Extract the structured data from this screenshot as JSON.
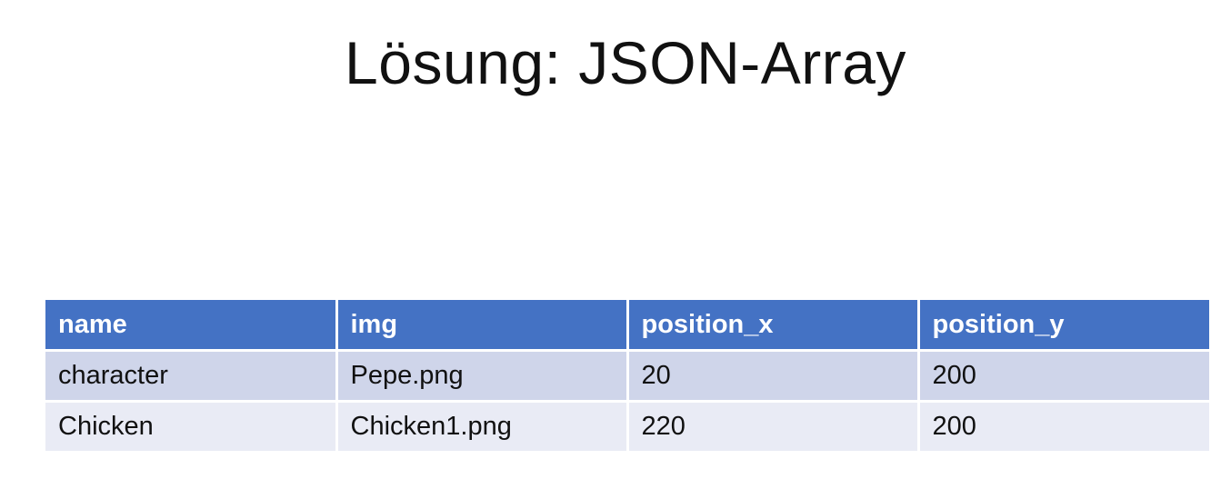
{
  "slide": {
    "title": "Lösung: JSON-Array"
  },
  "table": {
    "columns": [
      "name",
      "img",
      "position_x",
      "position_y"
    ],
    "rows": [
      [
        "character",
        "Pepe.png",
        "20",
        "200"
      ],
      [
        "Chicken",
        "Chicken1.png",
        "220",
        "200"
      ]
    ],
    "colors": {
      "header_bg": "#4472c4",
      "header_text": "#ffffff",
      "row_odd_bg": "#cfd5ea",
      "row_even_bg": "#e9ebf5"
    }
  }
}
